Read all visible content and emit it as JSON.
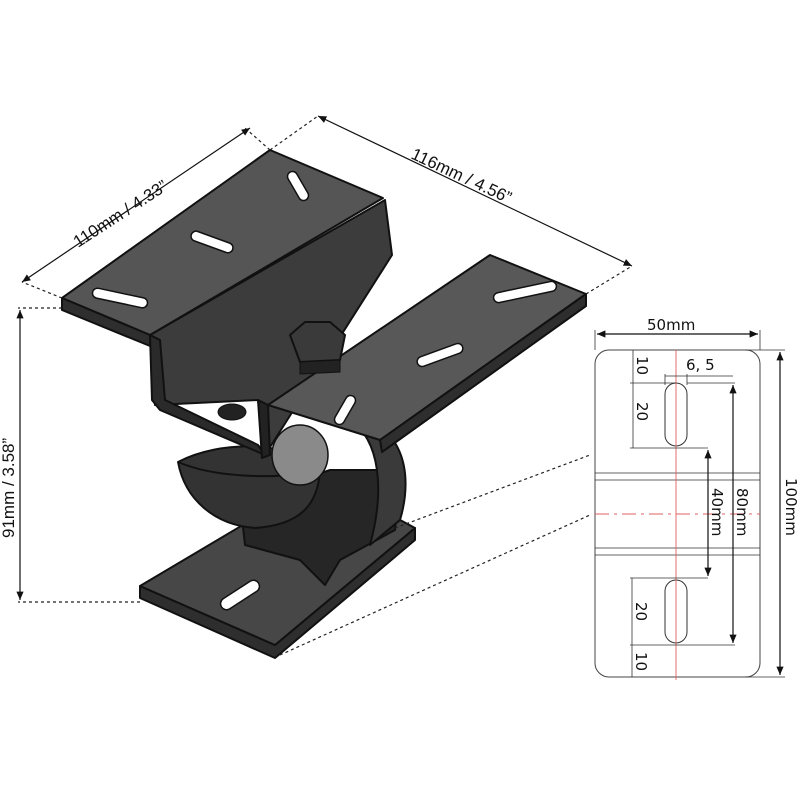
{
  "dimensions": {
    "width_top": "110mm / 4.33”",
    "depth_top": "116mm / 4.56”",
    "height": "91mm / 3.58”"
  },
  "detail": {
    "width": "50mm",
    "height": "100mm",
    "slot_width": "6, 5",
    "edge_top": "10",
    "slot_top": "20",
    "slot_spacing": "40mm",
    "slot_outer": "80mm",
    "slot_bottom": "20",
    "edge_bottom": "10"
  },
  "colors": {
    "metal": "#4a4a4a",
    "metal_light": "#6a6a6a",
    "centerline": "#e06060"
  }
}
